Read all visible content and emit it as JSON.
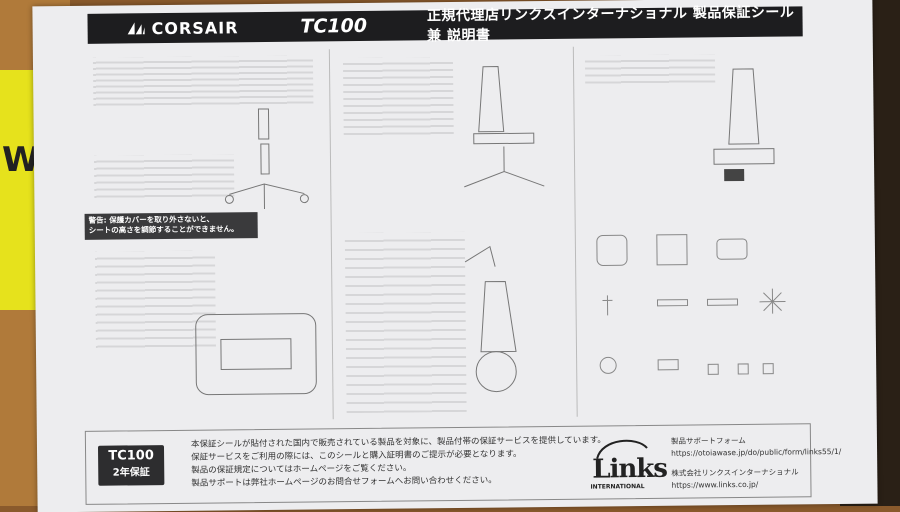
{
  "header": {
    "brand": "CORSAIR",
    "model": "TC100",
    "title": "正規代理店リンクスインターナショナル 製品保証シール 兼 説明書"
  },
  "warning": {
    "line1": "警告: 保護カバーを取り外さないと、",
    "line2": "シートの高さを調節することができません。"
  },
  "footer": {
    "badge_model": "TC100",
    "badge_warranty": "2年保証",
    "lines": [
      "本保証シールが貼付された国内で販売されている製品を対象に、製品付帯の保証サービスを提供しています。",
      "保証サービスをご利用の際には、このシールと購入証明書のご提示が必要となります。",
      "製品の保証規定についてはホームページをご覧ください。",
      "製品サポートは弊社ホームページのお問合せフォームへお問い合わせください。"
    ],
    "logo_word": "Links",
    "logo_sub": "INTERNATIONAL",
    "support_label": "製品サポートフォーム",
    "support_url": "https://otoiawase.jp/do/public/form/links55/1/",
    "company": "株式会社リンクスインターナショナル",
    "company_url": "https://www.links.co.jp/"
  },
  "colors": {
    "header_bg": "#1d1d1f",
    "paper": "#ededef",
    "yellow_box": "#e6e21c"
  }
}
